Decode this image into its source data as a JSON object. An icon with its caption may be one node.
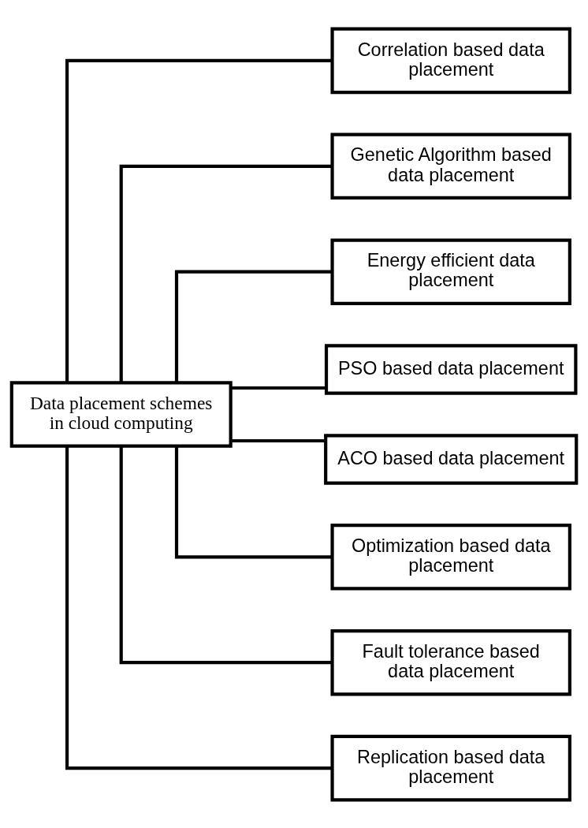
{
  "diagram": {
    "nodes": [
      {
        "text": [
          "Data placement schemes in cloud computing"
        ]
      },
      {
        "text": [
          "Correlation based data placement"
        ]
      },
      {
        "text": [
          "Genetic Algorithm based data placement"
        ]
      },
      {
        "text": [
          "Energy efficient data placement"
        ]
      },
      {
        "text": [
          "PSO based data placement"
        ]
      },
      {
        "text": [
          "ACO based data placement"
        ]
      },
      {
        "text": [
          "Optimization based data placement"
        ]
      },
      {
        "text": [
          "Fault tolerance based data placement"
        ]
      },
      {
        "text": [
          "Replication based data placement"
        ]
      }
    ],
    "edges": [
      {
        "from": 0,
        "to": 1,
        "arrow": "none"
      },
      {
        "from": 0,
        "to": 2,
        "arrow": "none"
      },
      {
        "from": 0,
        "to": 3,
        "arrow": "none"
      },
      {
        "from": 0,
        "to": 4,
        "arrow": "none"
      },
      {
        "from": 0,
        "to": 5,
        "arrow": "none"
      },
      {
        "from": 0,
        "to": 6,
        "arrow": "none"
      },
      {
        "from": 0,
        "to": 7,
        "arrow": "none"
      },
      {
        "from": 0,
        "to": 8,
        "arrow": "none"
      }
    ]
  }
}
